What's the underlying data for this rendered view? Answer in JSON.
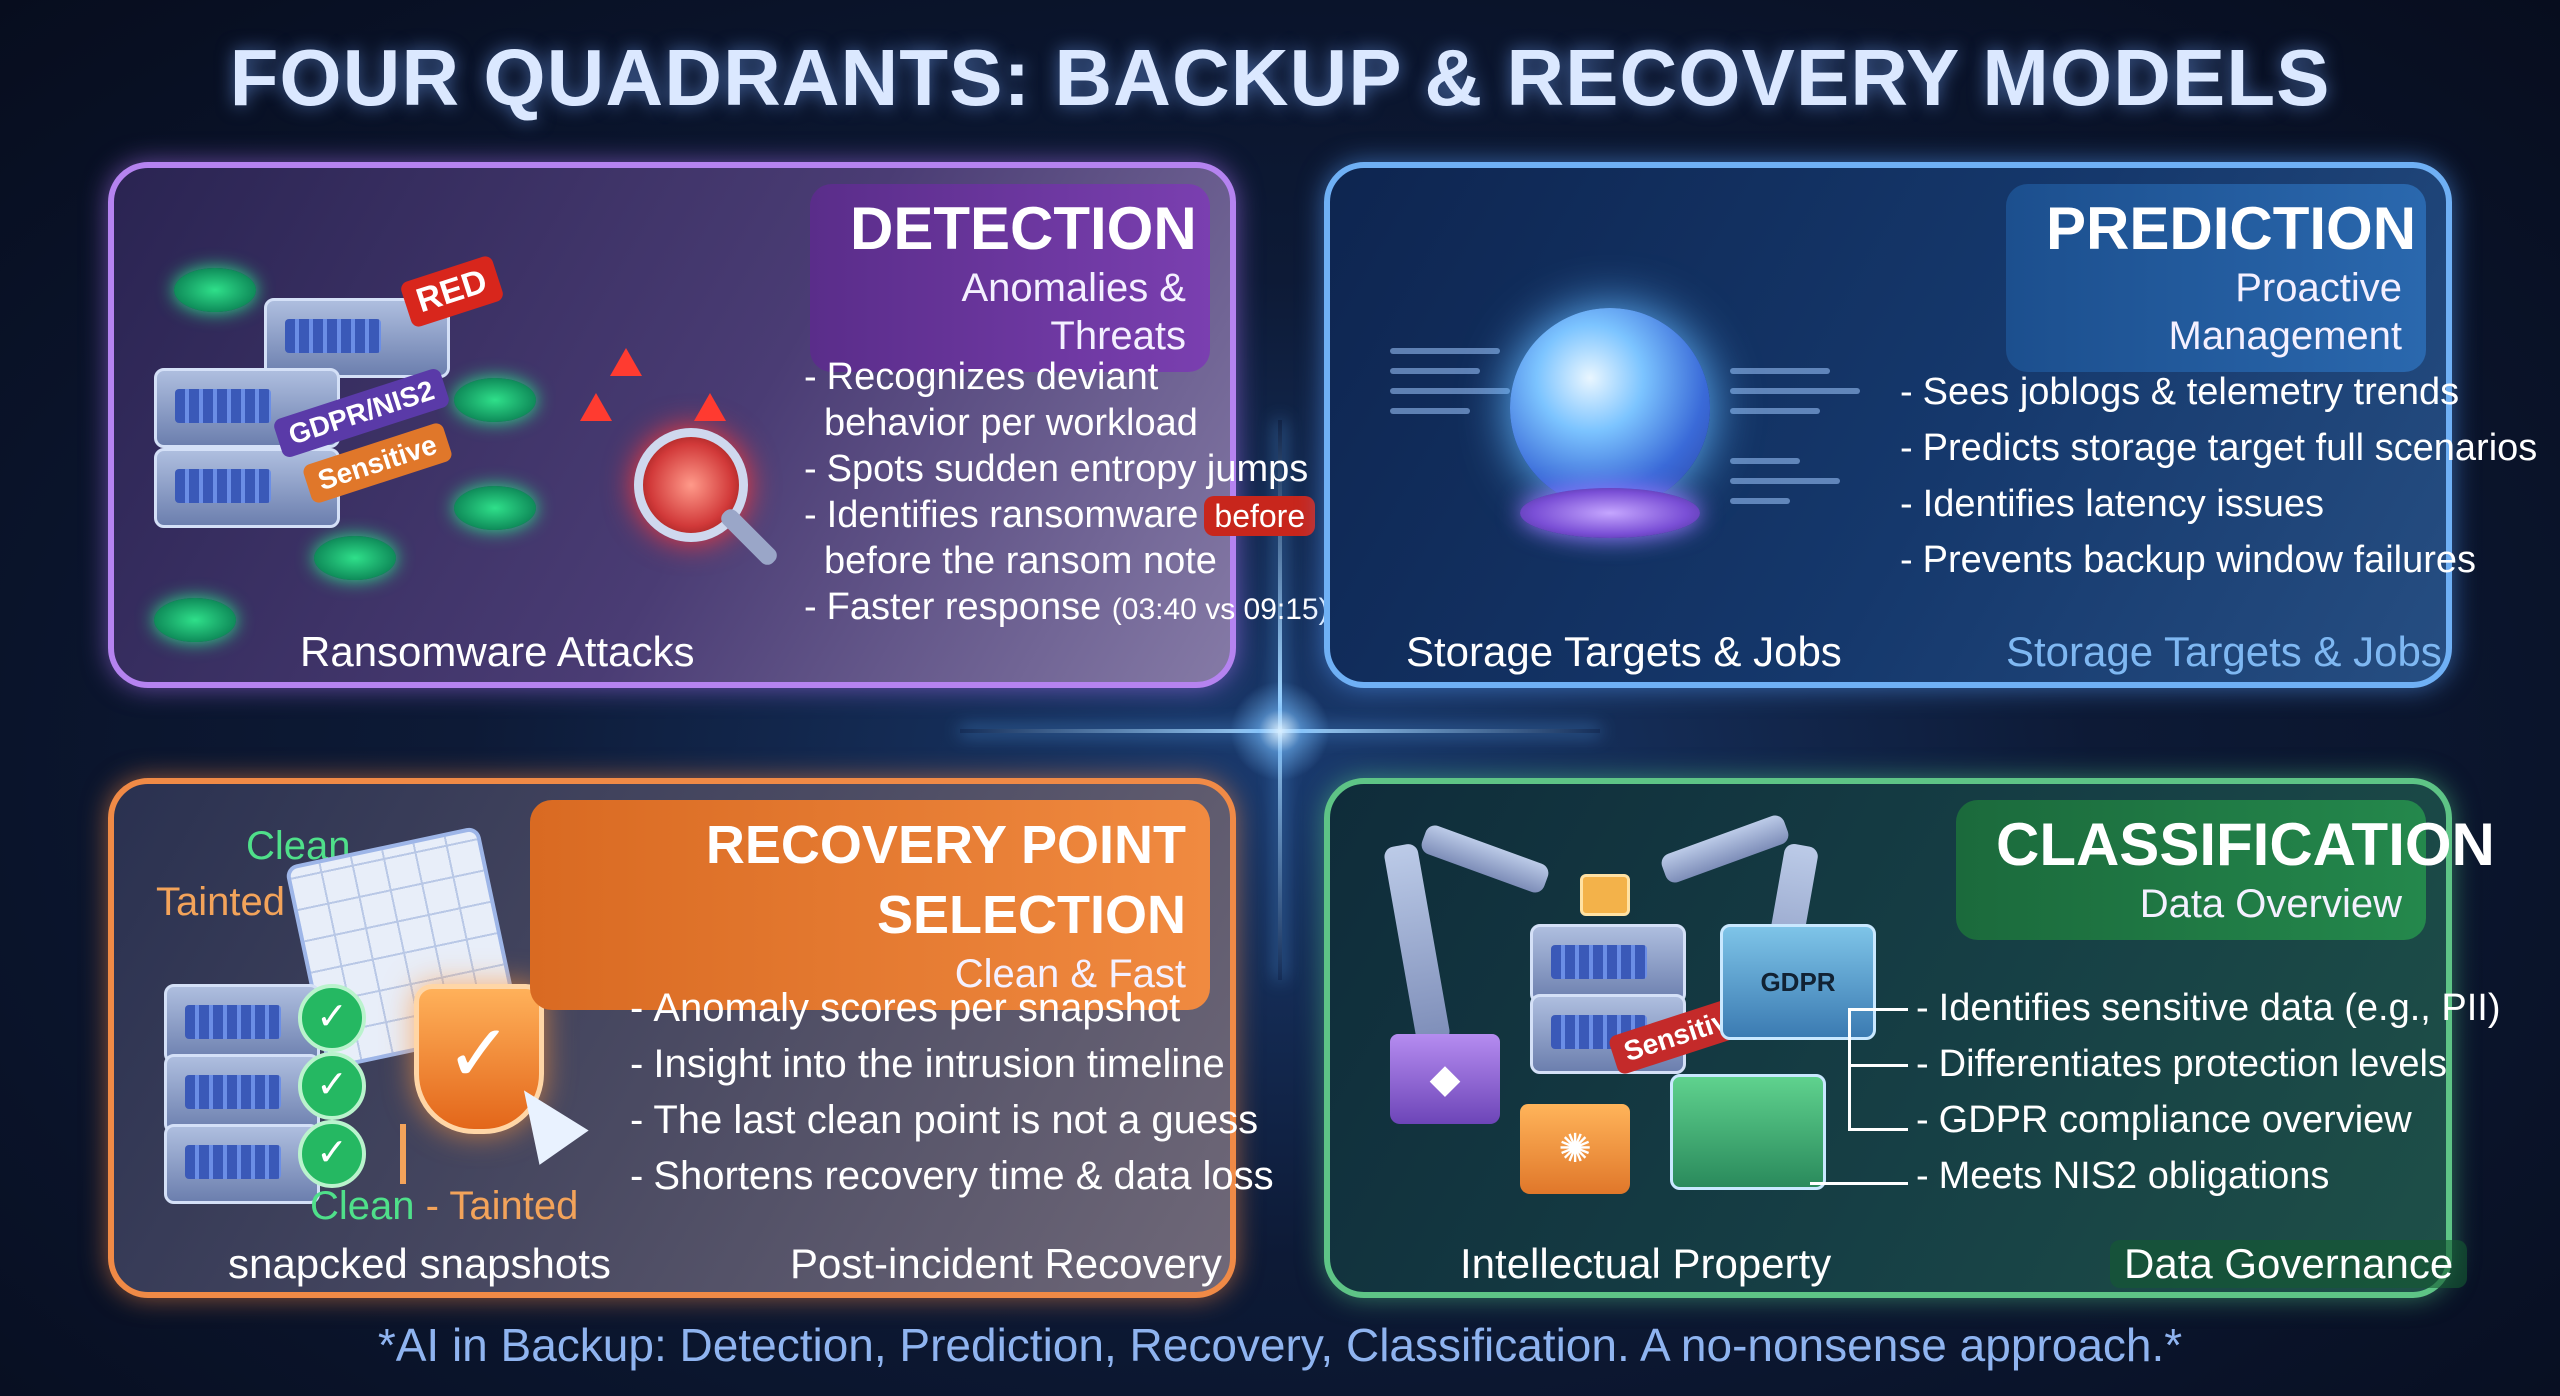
{
  "title": "FOUR QUADRANTS: BACKUP & RECOVERY MODELS",
  "footer": "*AI in Backup: Detection, Prediction, Recovery, Classification. A no-nonsense approach.*",
  "detection": {
    "title": "DETECTION",
    "subtitle": "Anomalies & Threats",
    "bullets": [
      "Recognizes deviant",
      "behavior per workload",
      "Spots sudden entropy jumps",
      "Identifies ransomware",
      "before the ransom note",
      "Faster response"
    ],
    "tag_before": "before",
    "time_compare": "(03:40 vs 09:15)",
    "caption": "Ransomware Attacks",
    "tags": {
      "red": "RED",
      "gdpr_nis2": "GDPR/NIS2",
      "sensitive": "Sensitive"
    },
    "icons": [
      "check-icon",
      "server-icon",
      "magnifier-icon",
      "warning-icon"
    ]
  },
  "prediction": {
    "title": "PREDICTION",
    "subtitle": "Proactive Management",
    "bullets": [
      "Sees joblogs & telemetry trends",
      "Predicts storage target full scenarios",
      "Identifies latency issues",
      "Prevents backup window failures"
    ],
    "caption_left": "Storage Targets & Jobs",
    "caption_right": "Storage Targets & Jobs",
    "icons": [
      "crystal-ball-icon"
    ]
  },
  "recovery": {
    "title": "RECOVERY POINT SELECTION",
    "subtitle": "Clean & Fast",
    "bullets": [
      "Anomaly scores per snapshot",
      "Insight into the intrusion timeline",
      "The last clean point is not a guess",
      "Shortens recovery time & data loss"
    ],
    "label_clean": "Clean",
    "label_tainted": "Tainted",
    "label_clean_bottom": "Clean",
    "label_dash": " - ",
    "label_tainted_bottom": "Tainted",
    "caption_left": "snapcked snapshots",
    "caption_right": "Post-incident Recovery",
    "icons": [
      "calendar-icon",
      "shield-check-icon",
      "cursor-icon",
      "server-icon"
    ]
  },
  "classification": {
    "title": "CLASSIFICATION",
    "subtitle": "Data Overview",
    "bullets": [
      "Identifies sensitive data (e.g., PII)",
      "Differentiates protection levels",
      "GDPR compliance overview",
      "Meets NIS2 obligations"
    ],
    "caption_left": "Intellectual Property",
    "caption_right": "Data Governance",
    "tags": {
      "sensitive": "Sensitive",
      "gdpr": "GDPR"
    },
    "icons": [
      "robot-arm-icon",
      "folder-icon",
      "lock-icon",
      "box-icon"
    ]
  },
  "colors": {
    "detection": "#b583f0",
    "prediction": "#6fb0f5",
    "recovery": "#f08a46",
    "classification": "#5ec486",
    "clean": "#4fe08a",
    "tainted": "#f3a35a",
    "prediction_caption_right": "#7fb8f2",
    "before_tag": "#c8261c"
  }
}
